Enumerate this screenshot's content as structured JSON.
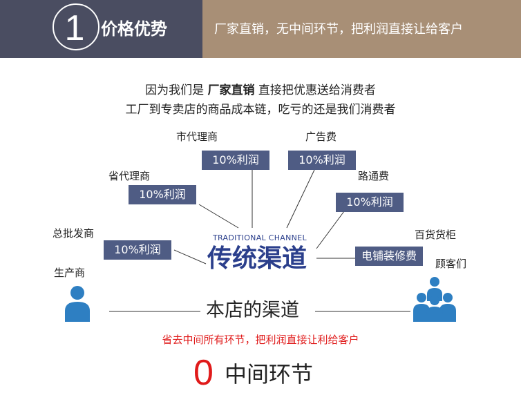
{
  "banner": {
    "number": "1",
    "title": "价格优势",
    "subtitle": "厂家直销，无中间环节，把利润直接让给客户"
  },
  "intro": {
    "line1_before": "因为我们是 ",
    "line1_bold": "厂家直销",
    "line1_after": " 直接把优惠送给消费者",
    "line2": "工厂到专卖店的商品成本链，吃亏的还是我们消费者"
  },
  "chain": {
    "city_agent": {
      "label": "市代理商",
      "value": "10%利润"
    },
    "advertising": {
      "label": "广告费",
      "value": "10%利润"
    },
    "province_agent": {
      "label": "省代理商",
      "value": "10%利润"
    },
    "tolls": {
      "label": "路通费",
      "value": "10%利润"
    },
    "wholesaler": {
      "label": "总批发商",
      "value": "10%利润"
    },
    "department_store": {
      "label": "百货货柜",
      "value": "电铺装修费"
    },
    "manufacturer": {
      "label": "生产商"
    },
    "customers": {
      "label": "顾客们"
    }
  },
  "traditional_channel": {
    "en": "TRADITIONAL CHANNEL",
    "zh": "传统渠道"
  },
  "store_channel": "本店的渠道",
  "red_note": "省去中间所有环节，把利润直接让利给客户",
  "zero": {
    "digit": "0",
    "label": "中间环节"
  },
  "colors": {
    "banner_left": "#4a4d61",
    "banner_right": "#a88f76",
    "box": "#4f5c84",
    "accent_blue": "#2b3f8c",
    "icon_blue": "#2e7fc2",
    "red": "#e01a1a"
  },
  "icons": [
    "person-icon",
    "group-icon"
  ]
}
